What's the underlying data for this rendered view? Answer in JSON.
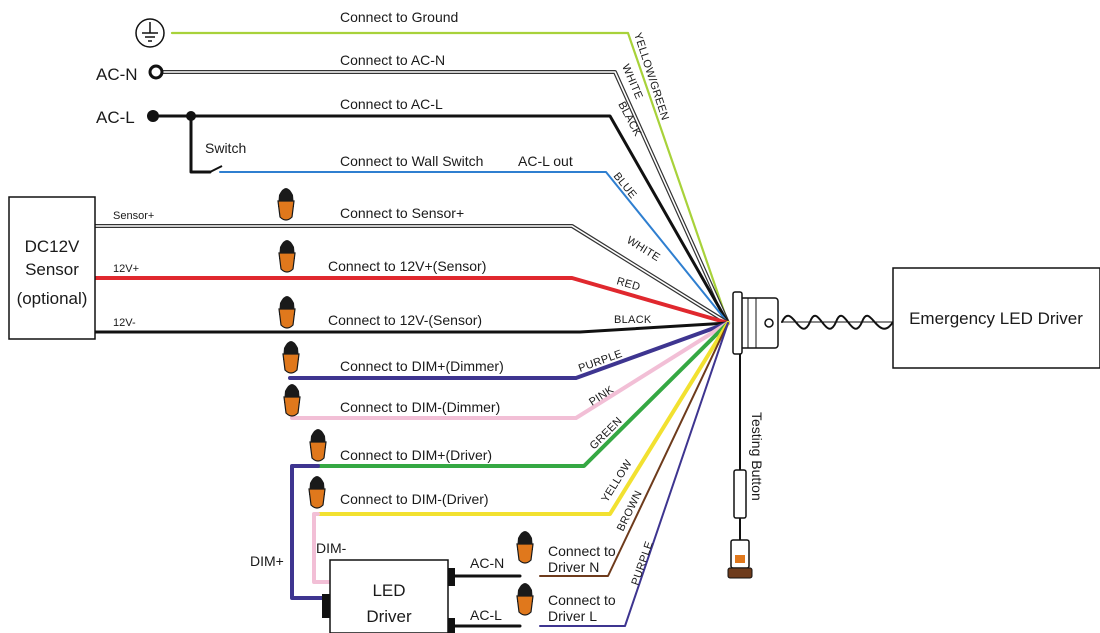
{
  "terminals": {
    "ac_n": "AC-N",
    "ac_l": "AC-L",
    "switch": "Switch"
  },
  "connections": {
    "ground": "Connect to Ground",
    "ac_n": "Connect to AC-N",
    "ac_l": "Connect to AC-L",
    "wall_switch": "Connect to Wall Switch",
    "ac_l_out": "AC-L out",
    "sensor_plus": "Connect to  Sensor+",
    "v12_plus": "Connect to  12V+(Sensor)",
    "v12_minus": "Connect to  12V-(Sensor)",
    "dim_plus_dimmer": "Connect to DIM+(Dimmer)",
    "dim_minus_dimmer": "Connect to DIM-(Dimmer)",
    "dim_plus_driver": "Connect to DIM+(Driver)",
    "dim_minus_driver": "Connect to DIM-(Driver)",
    "driver_n_1": "Connect to",
    "driver_n_2": "Driver N",
    "driver_l_1": "Connect to",
    "driver_l_2": "Driver L"
  },
  "wire_labels": {
    "yellow_green": "YELLOW/GREEN",
    "white_top": "WHITE",
    "black_top": "BLACK",
    "blue": "BLUE",
    "white": "WHITE",
    "red": "RED",
    "black": "BLACK",
    "purple": "PURPLE",
    "pink": "PINK",
    "green": "GREEN",
    "yellow": "YELLOW",
    "brown": "BROWN",
    "purple_bottom": "PURPLE"
  },
  "sensor": {
    "line1": "DC12V",
    "line2": "Sensor",
    "line3": "(optional)",
    "pin_sensor_plus": "Sensor+",
    "pin_12v_plus": "12V+",
    "pin_12v_minus": "12V-"
  },
  "led_driver": {
    "line1": "LED",
    "line2": "Driver",
    "ac_n": "AC-N",
    "ac_l": "AC-L",
    "dim_plus": "DIM+",
    "dim_minus": "DIM-"
  },
  "emergency_driver": {
    "title": "Emergency LED Driver"
  },
  "testing_button": "Testing Button",
  "colors": {
    "yellow_green": "#a8d23a",
    "white_wire": "#333333",
    "black": "#111111",
    "blue": "#2f7fd0",
    "red": "#e0282e",
    "purple": "#3e3590",
    "pink": "#f2bfd6",
    "green": "#35a843",
    "yellow": "#f2e130",
    "brown": "#6e3b1c",
    "nut": "#e0781c"
  }
}
